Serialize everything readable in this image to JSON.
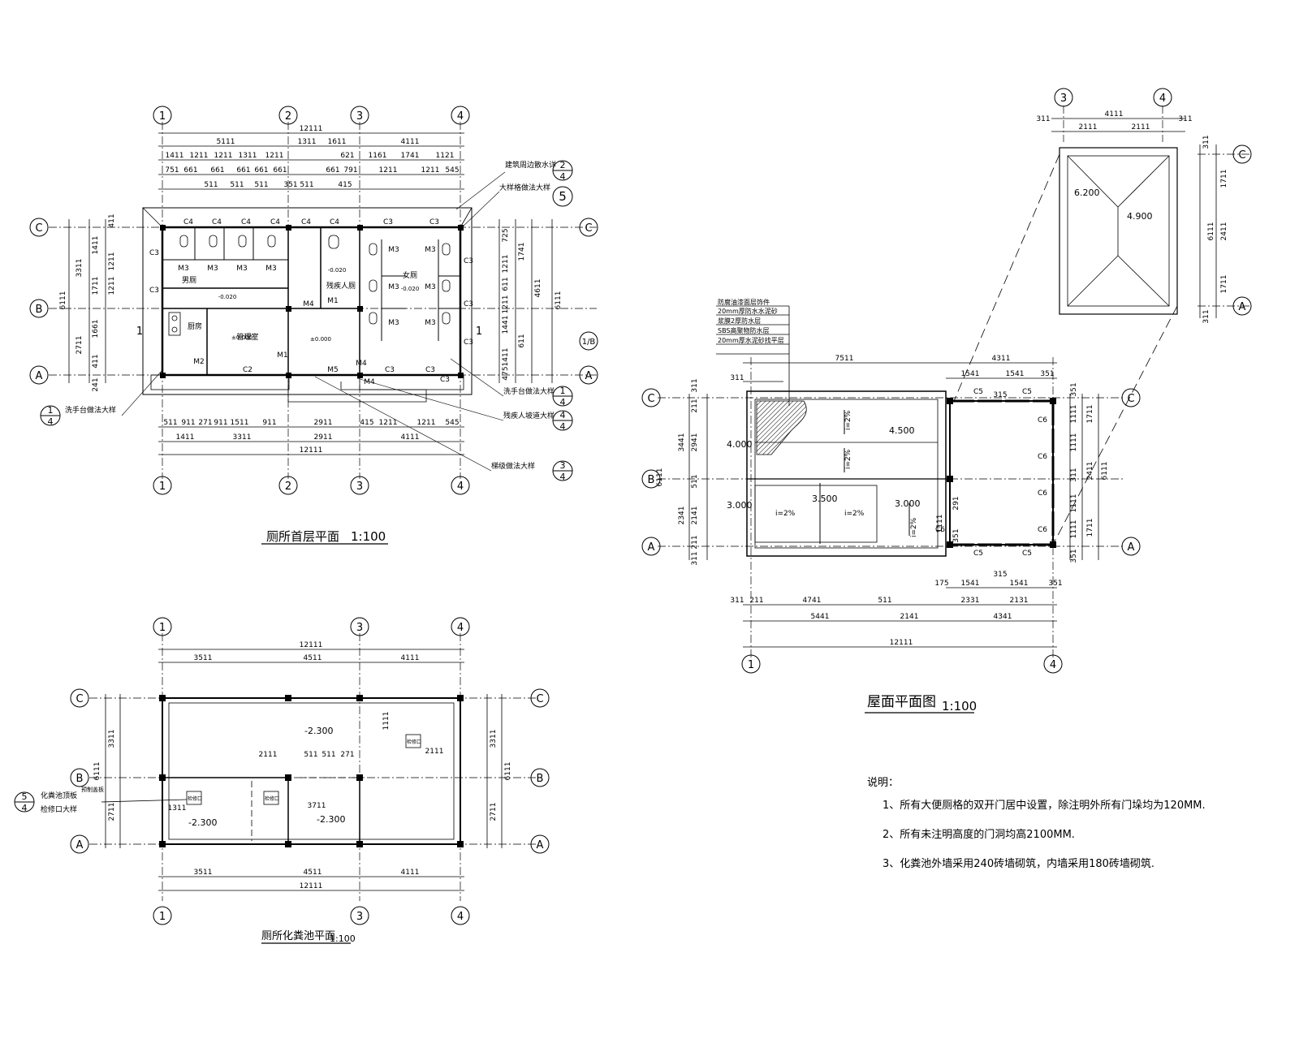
{
  "plan_ground": {
    "title": "厕所首层平面",
    "scale": "1:100",
    "axes_top": [
      "1",
      "2",
      "3",
      "4"
    ],
    "axes_left": [
      "C",
      "B",
      "A"
    ],
    "axes_right": [
      "C",
      "1/B",
      "A"
    ],
    "dims_total": "12111",
    "dims_row2": [
      "5111",
      "1311",
      "1611",
      "4111"
    ],
    "dims_row3": [
      "1411",
      "1211",
      "1211",
      "1311",
      "1211",
      "621",
      "1161",
      "1741",
      "1121"
    ],
    "dims_row4": [
      "751",
      "661",
      "661",
      "661",
      "661",
      "661",
      "661",
      "791",
      "1211",
      "1211",
      "545"
    ],
    "dims_row5": [
      "511",
      "511",
      "511",
      "351",
      "511",
      "415"
    ],
    "dims_bottom1": [
      "511",
      "911",
      "271",
      "911",
      "1511",
      "911",
      "2911",
      "415",
      "1211",
      "1211",
      "545"
    ],
    "dims_bottom2": [
      "1411",
      "3311",
      "2911",
      "4111"
    ],
    "dims_bottom_total": "12111",
    "dims_left": [
      "411",
      "1411",
      "1211",
      "1211",
      "1711",
      "1661",
      "2711",
      "411",
      "241",
      "3311",
      "6111"
    ],
    "dims_right": [
      "725",
      "1741",
      "1211",
      "611",
      "4611",
      "1211",
      "1441",
      "611",
      "1411",
      "475",
      "6111"
    ],
    "rooms": [
      "男厕",
      "女厕",
      "管理室",
      "残疾人厕",
      "厨房"
    ],
    "windows": [
      "C4",
      "C4",
      "C4",
      "C4",
      "C4",
      "C4",
      "C3",
      "C3",
      "C3",
      "C3",
      "C3",
      "C3",
      "C3",
      "C3",
      "C2",
      "C3",
      "C3"
    ],
    "doors": [
      "M3",
      "M3",
      "M3",
      "M3",
      "M3",
      "M3",
      "M3",
      "M3",
      "M3",
      "M3",
      "M1",
      "M4",
      "M1",
      "M2",
      "M5",
      "M4",
      "M4"
    ],
    "levels": [
      "±0.000",
      "-0.020",
      "±0.000",
      "-0.020",
      "-0.020"
    ],
    "callouts": [
      {
        "text": "建筑周边散水详",
        "ref_top": "2",
        "ref_bottom": "4"
      },
      {
        "text": "大样格做法大样",
        "ref_top": "5",
        "ref_bottom": ""
      },
      {
        "text": "洗手台做法大样",
        "ref_top": "1",
        "ref_bottom": "4"
      },
      {
        "text": "洗手台做法大样",
        "ref_top": "1",
        "ref_bottom": "4"
      },
      {
        "text": "残疾人坡道大样",
        "ref_top": "4",
        "ref_bottom": "4"
      },
      {
        "text": "梯级做法大样",
        "ref_top": "3",
        "ref_bottom": "4"
      }
    ],
    "section_mark": "1"
  },
  "plan_roof": {
    "title": "屋面平面图",
    "scale": "1:100",
    "axes_bottom": [
      "1",
      "4"
    ],
    "axes_left": [
      "C",
      "B",
      "A"
    ],
    "axes_right": [
      "C",
      "A"
    ],
    "axes_mini_top": [
      "3",
      "4"
    ],
    "axes_mini_right": [
      "C",
      "A"
    ],
    "layers": [
      "防腐油漆面层饰件",
      "20mm厚防水水泥砂",
      "浆膜2厚防水层",
      "SBS高聚物防水层",
      "20mm厚水泥砂找平层"
    ],
    "elevations": [
      "4.000",
      "4.500",
      "3.000",
      "3.500",
      "3.000",
      "6.200",
      "4.900"
    ],
    "slopes": [
      "i=2%",
      "i=2%",
      "i=2%",
      "i=2%",
      "i=2%"
    ],
    "windows": [
      "C5",
      "C5",
      "C5",
      "C5",
      "C6",
      "C6",
      "C6",
      "C6",
      "C6"
    ],
    "dims_top": [
      "7511",
      "4311",
      "1541",
      "1541",
      "351",
      "311"
    ],
    "dims_bottom1": [
      "311",
      "211",
      "4741",
      "511",
      "175",
      "2331",
      "2131",
      "315",
      "1541",
      "1541",
      "351"
    ],
    "dims_bottom2": [
      "5441",
      "2141",
      "4341"
    ],
    "dims_bottom_total": "12111",
    "dims_left": [
      "311",
      "211",
      "2941",
      "3441",
      "6111",
      "511",
      "2141",
      "2341",
      "211",
      "311"
    ],
    "dims_right": [
      "351",
      "1111",
      "1711",
      "1111",
      "311",
      "2411",
      "6111",
      "1111",
      "1711",
      "1111",
      "351"
    ],
    "dims_mini_top": [
      "311",
      "4111",
      "2111",
      "2111",
      "311"
    ],
    "dims_mini_right": [
      "311",
      "1711",
      "2411",
      "1711",
      "311",
      "6111"
    ],
    "inner_dims": [
      "315",
      "291",
      "351",
      "1111"
    ]
  },
  "plan_septic": {
    "title": "厕所化粪池平面",
    "scale": "1:100",
    "axes_top": [
      "1",
      "3",
      "4"
    ],
    "axes_left": [
      "C",
      "B",
      "A"
    ],
    "axes_right": [
      "C",
      "B",
      "A"
    ],
    "dims_top_total": "12111",
    "dims_top": [
      "3511",
      "4511",
      "4111"
    ],
    "dims_bottom": [
      "3511",
      "4511",
      "4111"
    ],
    "dims_bottom_total": "12111",
    "dims_left": [
      "3311",
      "6111",
      "2711"
    ],
    "dims_right": [
      "3311",
      "6111",
      "2711"
    ],
    "levels": [
      "-2.300",
      "-2.300",
      "-2.300"
    ],
    "inner_dims": [
      "2111",
      "511",
      "511",
      "271",
      "2111",
      "3711",
      "1311",
      "1111"
    ],
    "label_box": "检修口",
    "callout": {
      "text1": "化粪池顶板",
      "text2": "检修口大样",
      "ref_top": "5",
      "ref_bottom": "4",
      "tag": "预制盖板"
    }
  },
  "notes": {
    "heading": "说明：",
    "items": [
      "1、所有大便厕格的双开门居中设置，除注明外所有门垛均为120MM.",
      "2、所有未注明高度的门洞均高2100MM.",
      "3、化粪池外墙采用240砖墙砌筑，内墙采用180砖墙砌筑."
    ]
  }
}
